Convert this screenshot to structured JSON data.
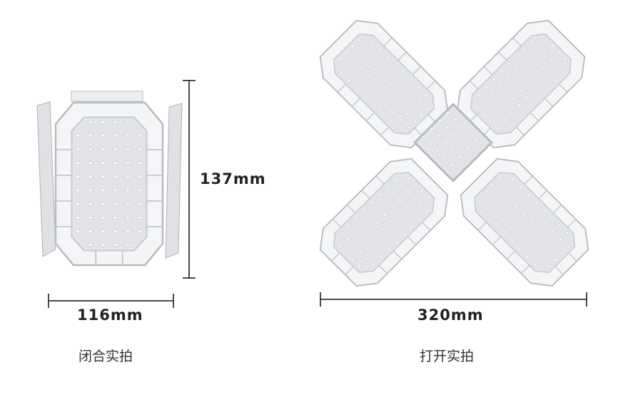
{
  "closed": {
    "height_label": "137mm",
    "width_label": "116mm",
    "caption": "闭合实拍"
  },
  "open": {
    "width_label": "320mm",
    "caption": "打开实拍"
  },
  "colors": {
    "panel": "#e4e6e8",
    "frame": "#f4f5f6",
    "outline": "#b9bcc0",
    "led": "#fdfdf6",
    "line": "#111111"
  }
}
